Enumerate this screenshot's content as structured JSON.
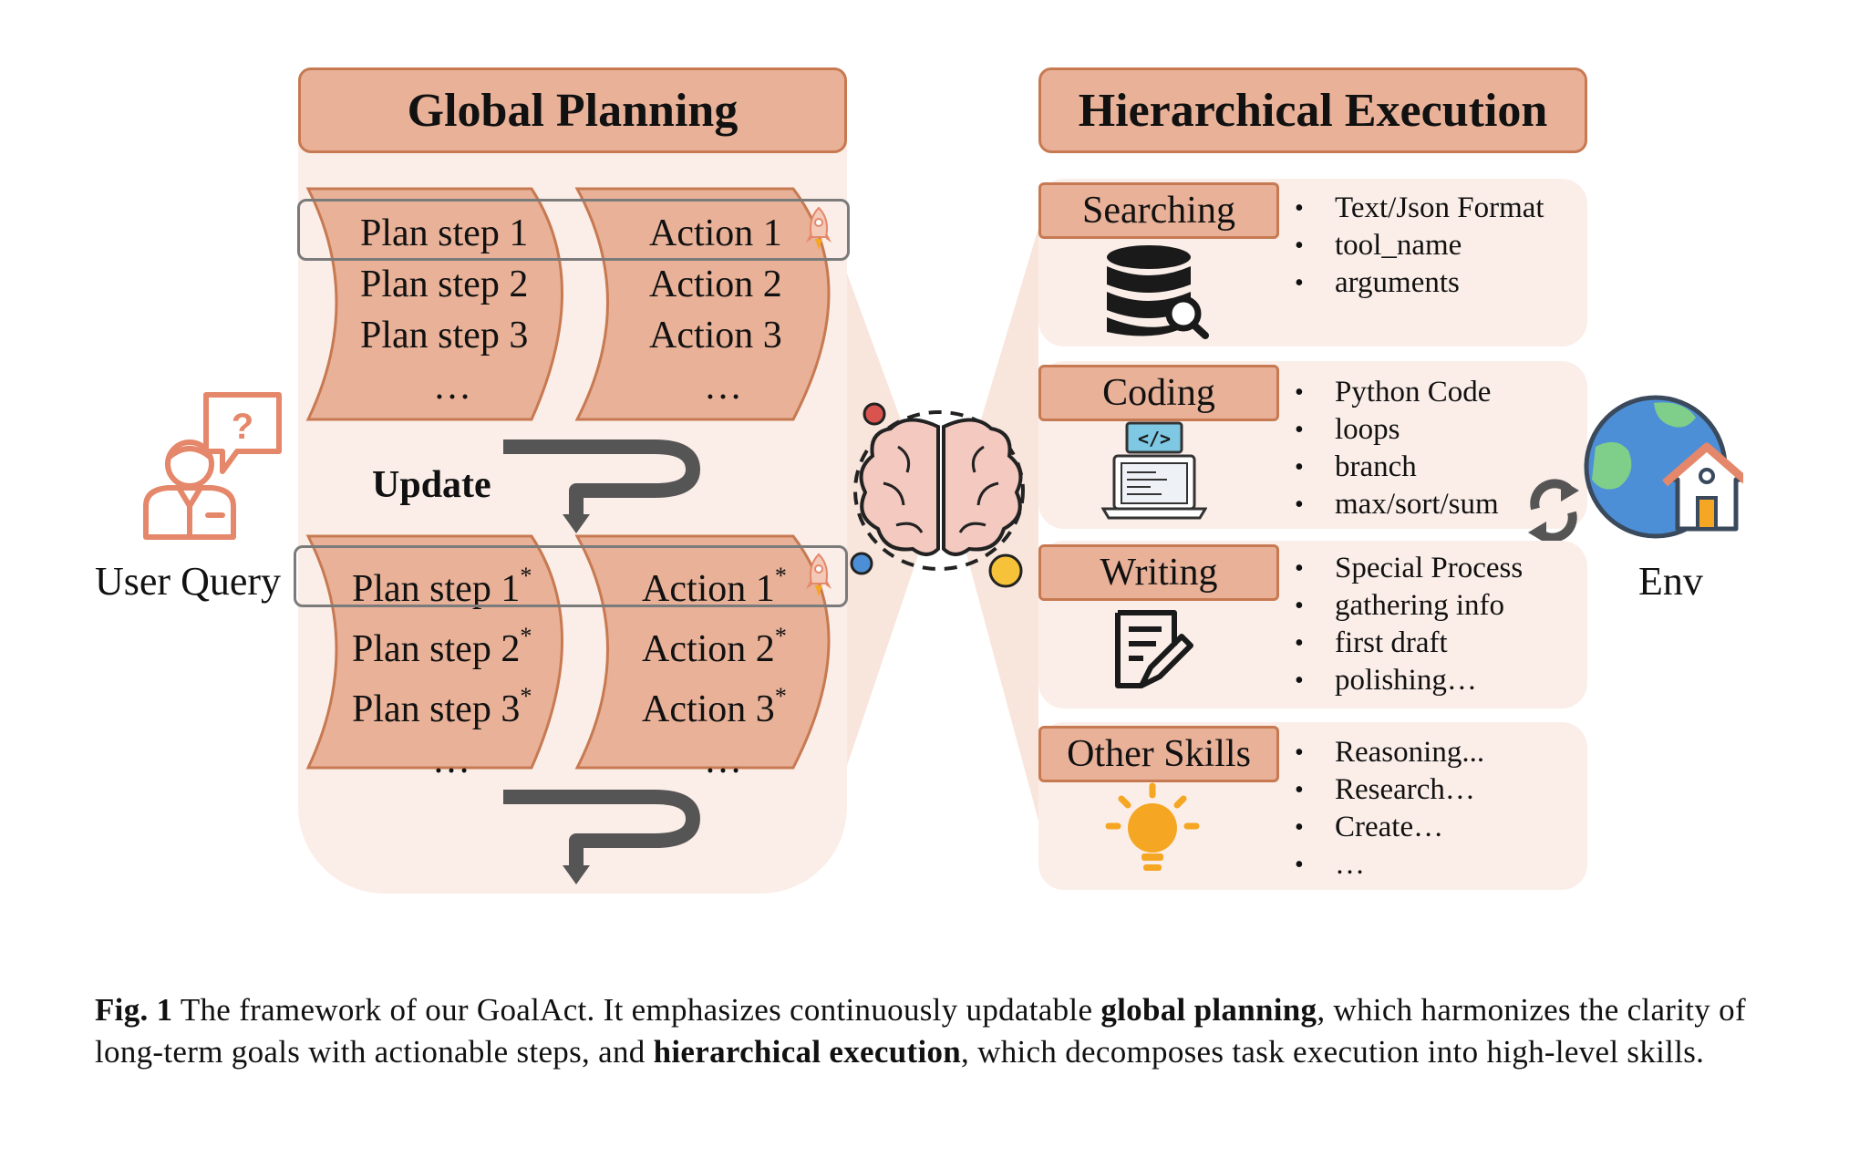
{
  "global_planning": {
    "title": "Global Planning",
    "plans_v1": [
      "Plan step 1",
      "Plan step 2",
      "Plan step 3",
      "…"
    ],
    "actions_v1": [
      "Action 1",
      "Action 2",
      "Action 3",
      "…"
    ],
    "update_label": "Update",
    "plans_v2": [
      "Plan step 1",
      "Plan step 2",
      "Plan step 3",
      "…"
    ],
    "actions_v2": [
      "Action 1",
      "Action 2",
      "Action 3",
      "…"
    ],
    "revision_mark": "*"
  },
  "hierarchical_execution": {
    "title": "Hierarchical Execution",
    "skills": [
      {
        "name": "Searching",
        "icon": "database-search-icon",
        "bullets": [
          "Text/Json Format",
          "tool_name",
          "arguments"
        ]
      },
      {
        "name": "Coding",
        "icon": "laptop-code-icon",
        "bullets": [
          "Python Code",
          "loops",
          "branch",
          "max/sort/sum"
        ]
      },
      {
        "name": "Writing",
        "icon": "document-edit-icon",
        "bullets": [
          "Special Process",
          "gathering info",
          "first draft",
          "polishing…"
        ]
      },
      {
        "name": "Other Skills",
        "icon": "lightbulb-icon",
        "bullets": [
          "Reasoning...",
          "Research…",
          "Create…",
          "…"
        ]
      }
    ]
  },
  "user_query_label": "User Query",
  "env_label": "Env",
  "caption": {
    "fig_label": "Fig. 1",
    "text_1": " The framework of our GoalAct. It emphasizes continuously updatable ",
    "bold_1": "global planning",
    "text_2": ", which harmonizes the clarity of long-term goals with actionable steps, and ",
    "bold_2": "hierarchical execution",
    "text_3": ", which decomposes task execution into high-level skills."
  },
  "colors": {
    "header_fill": "#e8b198",
    "header_border": "#c77a52",
    "panel_bg": "#fbeee8",
    "arrow_gray": "#555555",
    "highlight_gray": "#7b7b7b",
    "icon_orange": "#e5876a",
    "bulb_yellow": "#f5a623",
    "globe_blue": "#4d8fd6",
    "globe_green": "#7fcf8a"
  }
}
